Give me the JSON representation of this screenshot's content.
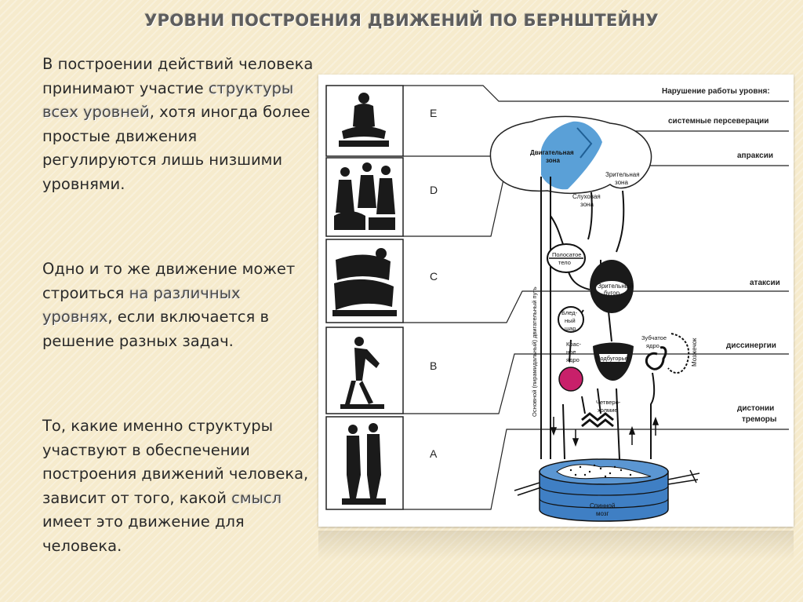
{
  "slide": {
    "title": "УРОВНИ ПОСТРОЕНИЯ ДВИЖЕНИЙ ПО БЕРНШТЕЙНУ",
    "paragraph1": {
      "pre": "В построении действий человека принимают участие ",
      "highlight": "структуры всех уровней",
      "post": ", хотя иногда более простые движения регулируются лишь низшими уровнями."
    },
    "paragraph2": {
      "pre": "Одно и то же движение может строиться ",
      "highlight": "на различных уровнях",
      "post": ", если включается в решение разных задач."
    },
    "paragraph3": {
      "pre": "То, какие именно структуры участвуют в обеспечении построения движений человека, зависит от того, какой ",
      "highlight": "смысл",
      "post": " имеет это движение для человека."
    }
  },
  "diagram": {
    "levels": [
      "E",
      "D",
      "C",
      "B",
      "A"
    ],
    "header": "Нарушение работы уровня:",
    "disorders": {
      "e": "системные персеверации",
      "d": "апраксии",
      "c": "атаксии",
      "b": "диссинергии",
      "a1": "дистонии",
      "a2": "треморы"
    },
    "structures": {
      "motor_zone_1": "Двигательная",
      "motor_zone_2": "зона",
      "visual_zone_1": "Зрительная",
      "visual_zone_2": "зона",
      "auditory_zone_1": "Слуховая",
      "auditory_zone_2": "зона",
      "striatum_1": "Полосатое",
      "striatum_2": "тело",
      "thalamus_1": "Зрительный",
      "thalamus_2": "бугор",
      "pallidum_1": "Блед-",
      "pallidum_2": "ный",
      "pallidum_3": "шар",
      "red_nucleus_1": "Крас-",
      "red_nucleus_2": "ное",
      "red_nucleus_3": "ядро",
      "hypothalamus": "Подбугорье",
      "dentate_1": "Зубчатое",
      "dentate_2": "ядро",
      "cerebellum": "Мозжечок",
      "quadrigemina_1": "Четверо-",
      "quadrigemina_2": "холмие",
      "pyramidal_path": "Основной (пирамидальный) двигательный путь",
      "spinal_cord_1": "Спинной",
      "spinal_cord_2": "мозг"
    },
    "colors": {
      "motor_zone": "#3d8fd0",
      "red_nucleus": "#c8206a",
      "spinal_cord": "#3f7fc4"
    }
  }
}
